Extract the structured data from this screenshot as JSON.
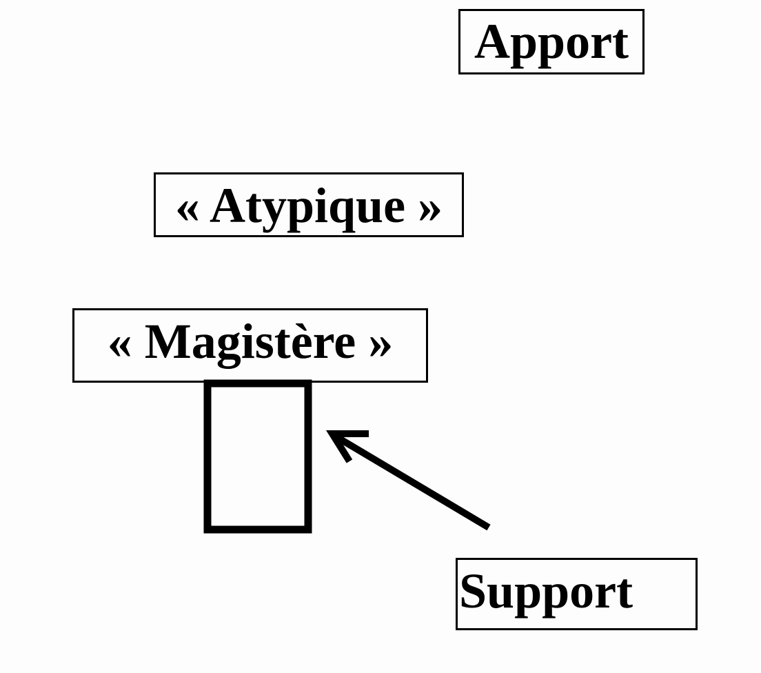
{
  "labels": {
    "apport": "Apport",
    "atypique": "« Atypique »",
    "magistere": "« Magistère »",
    "support": "Support"
  },
  "colors": {
    "stroke": "#000000",
    "background": "#fdfdfd"
  }
}
